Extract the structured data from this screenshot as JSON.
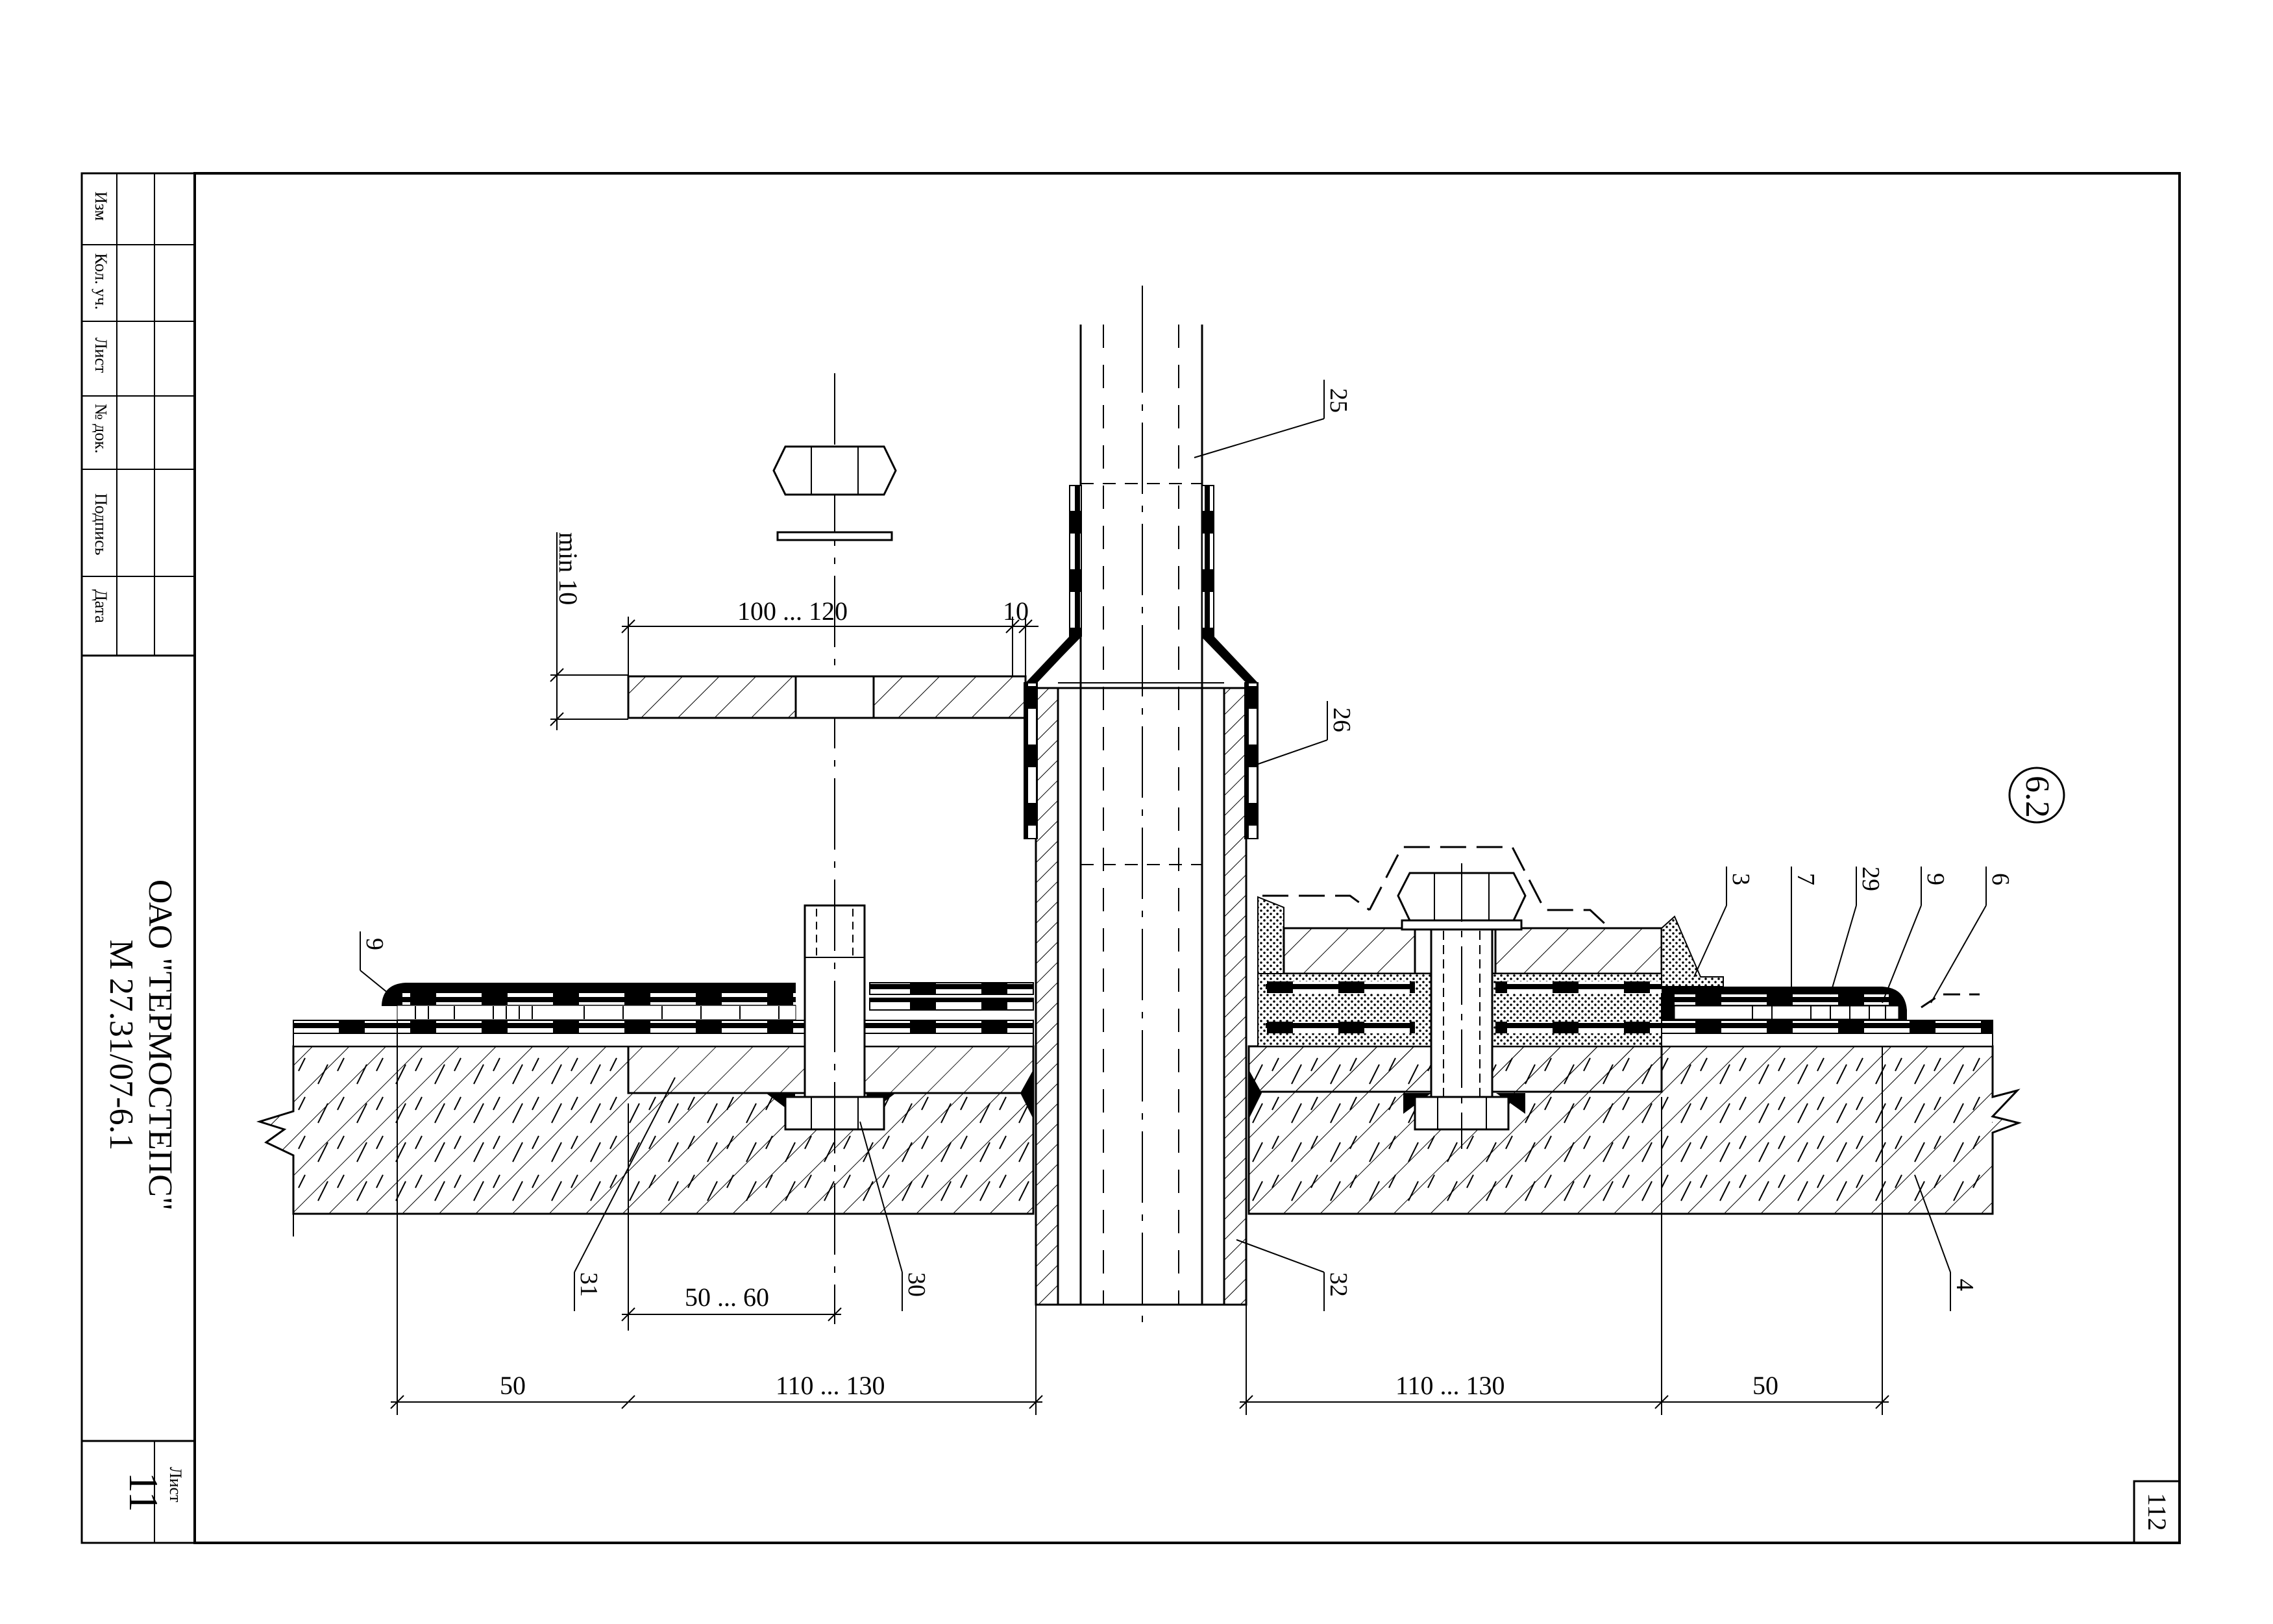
{
  "title_block": {
    "columns": [
      "Изм",
      "Кол. уч.",
      "Лист",
      "№ док.",
      "Подпись",
      "Дата"
    ],
    "org": "ОАО \"ТЕРМОСТЕПС\"",
    "code": "М 27.31/07-6.1",
    "sheet_label": "Лист",
    "sheet_number": "11"
  },
  "page_number": "112",
  "detail_mark": "6.2",
  "dimensions": {
    "min10": "min 10",
    "flange_width": "100 ... 120",
    "flange_gap": "10",
    "bolt_offset": "50 ... 60",
    "left_outer": "50",
    "left_inner": "110 ... 130",
    "right_inner": "110 ... 130",
    "right_outer": "50"
  },
  "callouts": {
    "c25": "25",
    "c26": "26",
    "c9_left": "9",
    "c31": "31",
    "c30": "30",
    "c32": "32",
    "c3": "3",
    "c7": "7",
    "c29": "29",
    "c9_right": "9",
    "c6": "6",
    "c4": "4"
  }
}
